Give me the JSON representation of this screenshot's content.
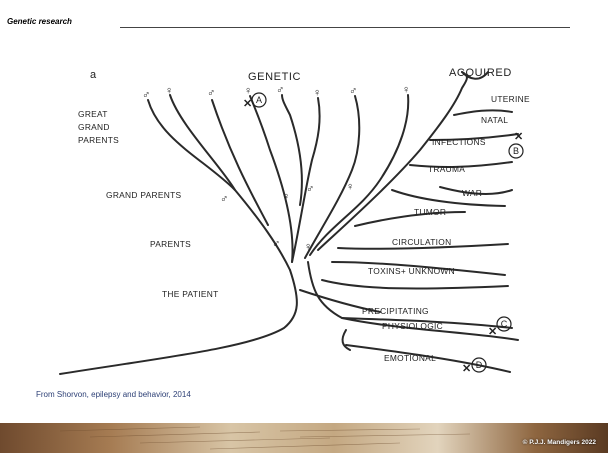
{
  "slide": {
    "header_title": "Genetic research",
    "citation": "From Shorvon, epilepsy and behavior, 2014",
    "copyright": "© P.J.J. Mandigers 2022"
  },
  "diagram": {
    "panel_letter": "a",
    "genetic_heading": "GENETIC",
    "acquired_heading": "ACQUIRED",
    "generations": {
      "great_line1": "GREAT",
      "great_line2": "GRAND",
      "great_line3": "PARENTS",
      "grand_parents": "GRAND PARENTS",
      "parents": "PARENTS",
      "patient": "THE PATIENT"
    },
    "acquired_factors": {
      "uterine": "UTERINE",
      "natal": "NATAL",
      "infections": "INFECTIONS",
      "trauma": "TRAUMA",
      "war": "WAR",
      "tumor": "TUMOR",
      "circulation": "CIRCULATION",
      "toxins": "TOXINS+ UNKNOWN",
      "precipitating": "PRECIPITATING",
      "physiologic": "PHYSIOLOGIC",
      "emotional": "EMOTIONAL"
    },
    "markers": {
      "a": "A",
      "b": "B",
      "c": "C",
      "d": "D"
    },
    "symbols": {
      "male": "♂",
      "female": "♀",
      "cross": "✕"
    }
  }
}
